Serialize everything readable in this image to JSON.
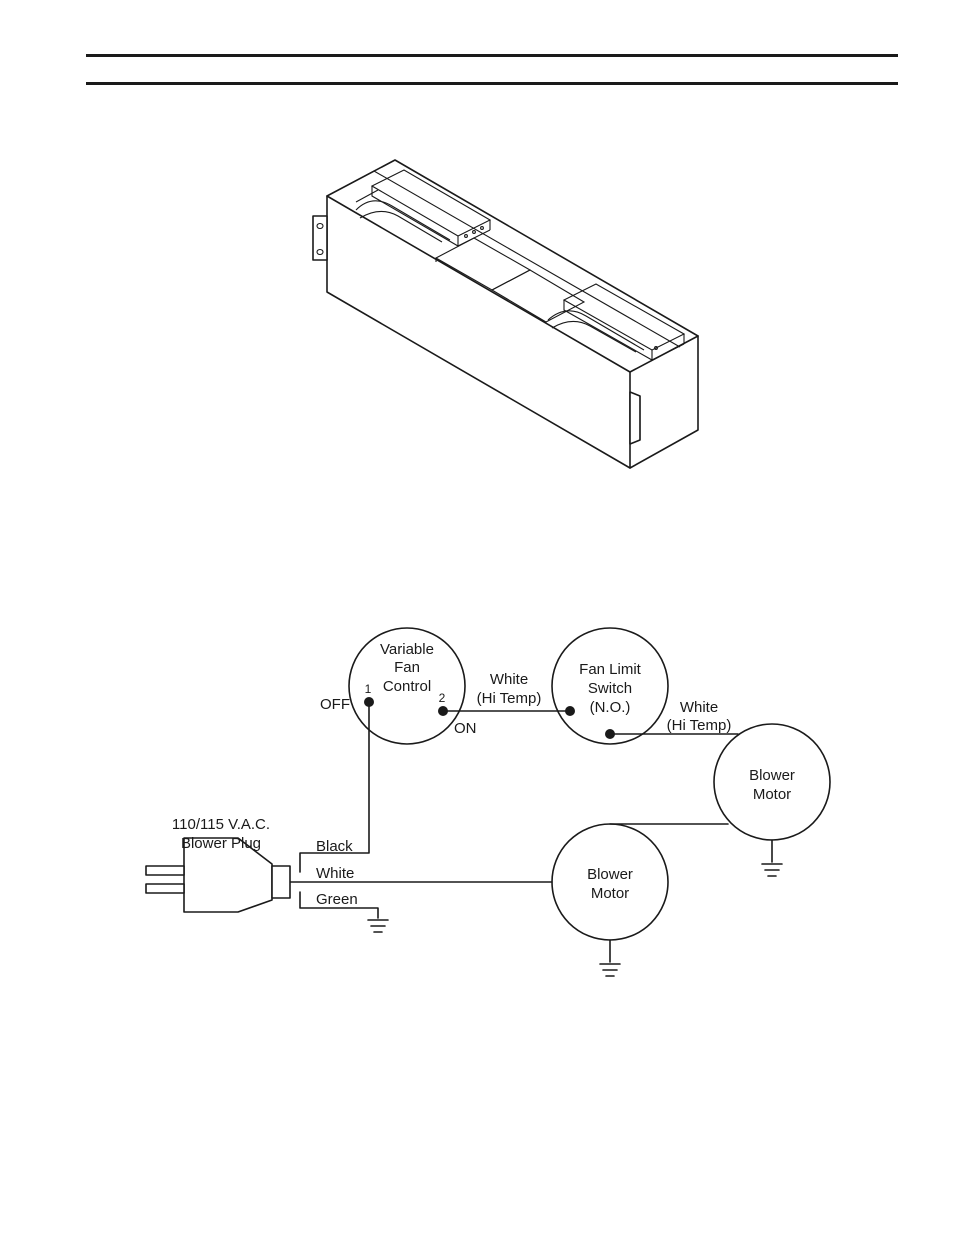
{
  "diagram": {
    "fan_control": {
      "lines": [
        "Variable",
        "Fan",
        "Control"
      ],
      "terminal_1": "1",
      "terminal_2": "2",
      "off": "OFF",
      "on": "ON"
    },
    "fan_limit_switch": {
      "lines": [
        "Fan Limit",
        "Switch",
        "(N.O.)"
      ]
    },
    "wire_switch": {
      "lines": [
        "White",
        "(Hi Temp)"
      ]
    },
    "wire_motor": {
      "lines": [
        "White",
        "(Hi Temp)"
      ]
    },
    "blower_motor_upper": {
      "lines": [
        "Blower",
        "Motor"
      ]
    },
    "blower_motor_lower": {
      "lines": [
        "Blower",
        "Motor"
      ]
    },
    "plug": {
      "lines": [
        "110/115 V.A.C.",
        "Blower Plug"
      ]
    },
    "wire_black": "Black",
    "wire_white": "White",
    "wire_green": "Green"
  }
}
